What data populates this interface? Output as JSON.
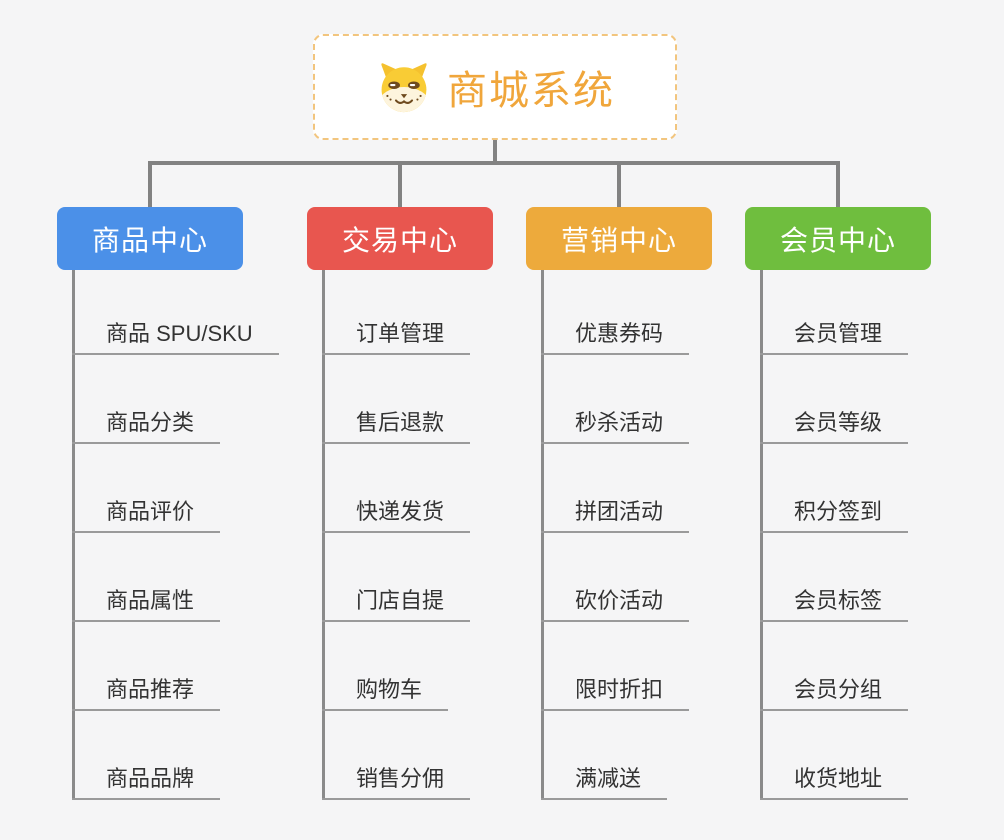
{
  "root": {
    "title": "商城系统",
    "icon": "dog-face-icon"
  },
  "branches": [
    {
      "label": "商品中心",
      "color": "#4b90e8",
      "items": [
        "商品 SPU/SKU",
        "商品分类",
        "商品评价",
        "商品属性",
        "商品推荐",
        "商品品牌"
      ]
    },
    {
      "label": "交易中心",
      "color": "#e8564f",
      "items": [
        "订单管理",
        "售后退款",
        "快递发货",
        "门店自提",
        "购物车",
        "销售分佣"
      ]
    },
    {
      "label": "营销中心",
      "color": "#edaa3c",
      "items": [
        "优惠券码",
        "秒杀活动",
        "拼团活动",
        "砍价活动",
        "限时折扣",
        "满减送"
      ]
    },
    {
      "label": "会员中心",
      "color": "#6fbe3e",
      "items": [
        "会员管理",
        "会员等级",
        "积分签到",
        "会员标签",
        "会员分组",
        "收货地址"
      ]
    }
  ],
  "colors": {
    "background": "#f5f5f6",
    "connector": "#828282",
    "trunk": "#8a8a8a",
    "underline": "#9a9a9a",
    "item_text": "#333333",
    "root_text": "#f0a63b",
    "root_border": "#f2c57e"
  }
}
